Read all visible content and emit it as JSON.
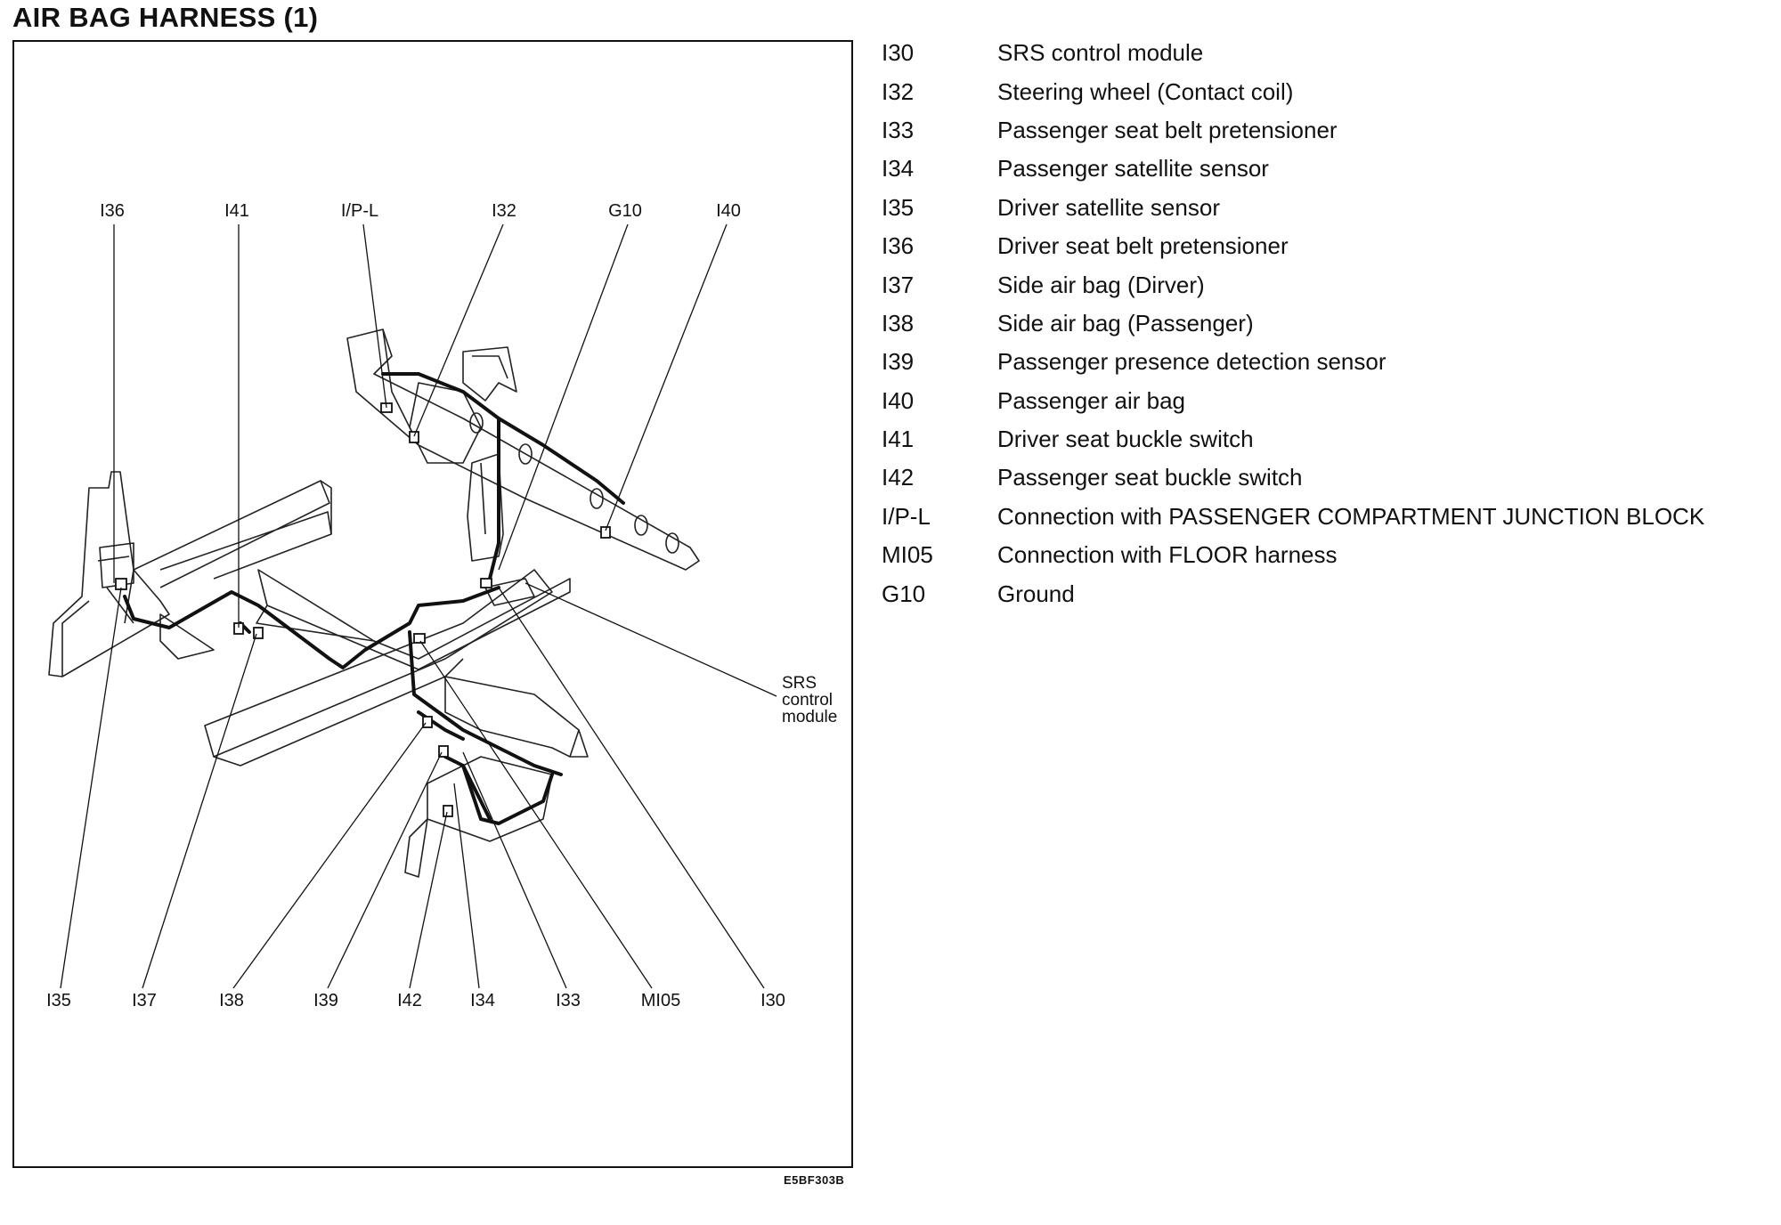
{
  "title": "AIR BAG HARNESS (1)",
  "figure_code": "E5BF303B",
  "callouts": {
    "top": [
      "I36",
      "I41",
      "I/P-L",
      "I32",
      "G10",
      "I40"
    ],
    "bottom": [
      "I35",
      "I37",
      "I38",
      "I39",
      "I42",
      "I34",
      "I33",
      "MI05",
      "I30"
    ],
    "srs_label": [
      "SRS",
      "control",
      "module"
    ]
  },
  "legend": [
    {
      "id": "I30",
      "desc": "SRS control module"
    },
    {
      "id": "I32",
      "desc": "Steering wheel (Contact coil)"
    },
    {
      "id": "I33",
      "desc": "Passenger seat belt pretensioner"
    },
    {
      "id": "I34",
      "desc": "Passenger satellite sensor"
    },
    {
      "id": "I35",
      "desc": "Driver satellite sensor"
    },
    {
      "id": "I36",
      "desc": "Driver seat belt pretensioner"
    },
    {
      "id": "I37",
      "desc": "Side air bag (Dirver)"
    },
    {
      "id": "I38",
      "desc": "Side air bag (Passenger)"
    },
    {
      "id": "I39",
      "desc": "Passenger presence detection sensor"
    },
    {
      "id": "I40",
      "desc": "Passenger air bag"
    },
    {
      "id": "I41",
      "desc": "Driver seat buckle switch"
    },
    {
      "id": "I42",
      "desc": "Passenger seat buckle switch"
    },
    {
      "id": "I/P-L",
      "desc": "Connection with PASSENGER COMPARTMENT JUNCTION BLOCK"
    },
    {
      "id": "MI05",
      "desc": "Connection with FLOOR harness"
    },
    {
      "id": "G10",
      "desc": "Ground"
    }
  ]
}
